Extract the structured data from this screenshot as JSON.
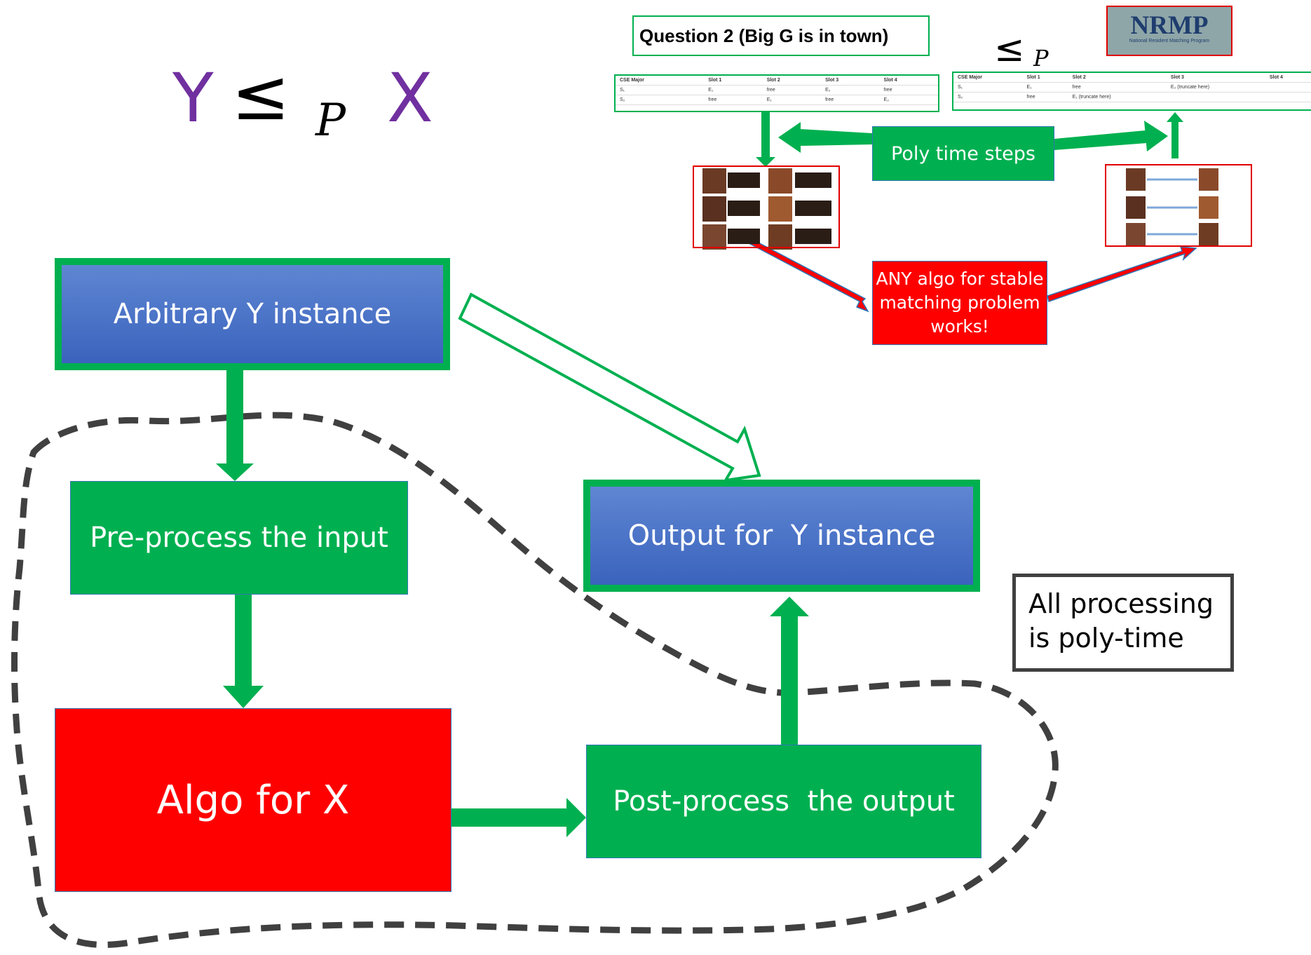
{
  "title": {
    "left": "Y",
    "le": "≤",
    "sub": "P",
    "right": "X"
  },
  "example": {
    "question_label": "Question 2 (Big G is in town)",
    "le": "≤",
    "sub": "P",
    "nrmp_logo": "NRMP",
    "nrmp_subtitle": "National Resident Matching Program",
    "left_table": {
      "headers": [
        "CSE Major",
        "Slot 1",
        "Slot 2",
        "Slot 3",
        "Slot 4"
      ],
      "rows": [
        [
          "S₁",
          "E₁",
          "free",
          "E₂",
          "free"
        ],
        [
          "S₂",
          "free",
          "E₁",
          "free",
          "E₂"
        ]
      ]
    },
    "right_table": {
      "headers": [
        "CSE Major",
        "Slot 1",
        "Slot 2",
        "Slot 3",
        "Slot 4"
      ],
      "rows": [
        [
          "S₁",
          "E₁",
          "free",
          "E₂ (truncate here)",
          ""
        ],
        [
          "S₂",
          "free",
          "E₁ (truncate here)",
          "",
          ""
        ]
      ]
    },
    "poly_time_label": "Poly time steps",
    "any_algo_label": "ANY algo for stable matching problem works!"
  },
  "boxes": {
    "arbitrary_y": "Arbitrary Y instance",
    "pre_process": "Pre-process the input",
    "algo_x": "Algo for X",
    "post_process": "Post-process  the output",
    "output_y": "Output for  Y instance"
  },
  "note": {
    "line1": "All processing",
    "line2": "is poly-time"
  },
  "colors": {
    "green": "#00b050",
    "blue": "#4472c4",
    "red": "#ff0000",
    "purple": "#7030a0",
    "dash": "#404040"
  }
}
